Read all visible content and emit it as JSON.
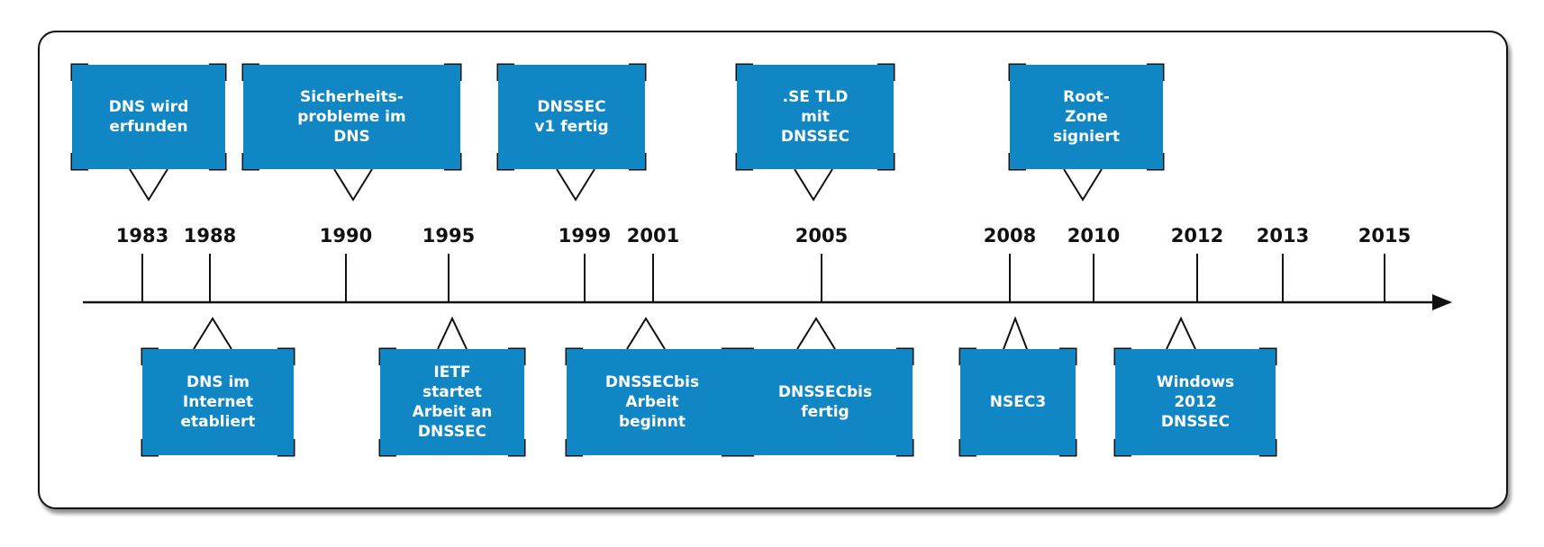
{
  "years": [
    "1983",
    "1988",
    "1990",
    "1995",
    "1999",
    "2001",
    "2005",
    "2008",
    "2010",
    "2012",
    "2013",
    "2015"
  ],
  "events": {
    "dns_invented": "DNS wird\nerfunden",
    "security_problems": "Sicherheits-\nprobleme im\nDNS",
    "dnssec_v1": "DNSSEC\nv1 fertig",
    "se_tld": ".SE TLD\nmit\nDNSSEC",
    "root_zone": "Root-\nZone\nsigniert",
    "dns_established": "DNS im\nInternet\netabliert",
    "ietf_start": "IETF\nstartet\nArbeit an\nDNSSEC",
    "dnssecbis_start": "DNSSECbis\nArbeit\nbeginnt",
    "dnssecbis_done": "DNSSECbis\nfertig",
    "nsec3": "NSEC3",
    "windows_2012": "Windows\n2012\nDNSSEC"
  },
  "colors": {
    "box": "#1186c4",
    "text": "#ffffff",
    "line": "#111111"
  }
}
